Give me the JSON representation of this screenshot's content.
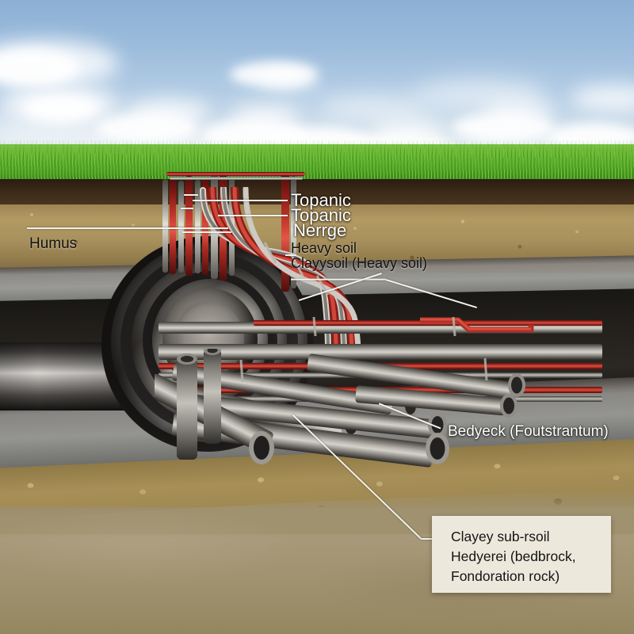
{
  "scene": {
    "title": "Underground utility trench cross-section",
    "sky_color": "#9cbcdc",
    "grass_color": "#5fae2c",
    "topsoil_color": "#3c2a19",
    "subsoil_color": "#a8915d",
    "gravel_color": "#95938d",
    "bedrock_color": "#a88f57",
    "clay_color": "#a0926f",
    "conduit_red": "#cf4034",
    "conduit_gray": "#b0ada6",
    "pipe_gray": "#b8b5ae"
  },
  "labels": {
    "humus": "Humus",
    "topanic_1": "Topanic",
    "topanic_2": "Topanic",
    "nerrge": "Nerrge",
    "heavy_soil": "Heavy soil",
    "clayysoil": "Clayysoil (Heavy soil)",
    "bedyeck": "Bedyeck (Foutstrantum)"
  },
  "callout": {
    "line_1": "Clayey sub-rsoil",
    "line_2": "Hedyerei (bedbrock,",
    "line_3": "Fondoration rock)",
    "background": "#ece8dc",
    "text_color": "#141414"
  }
}
